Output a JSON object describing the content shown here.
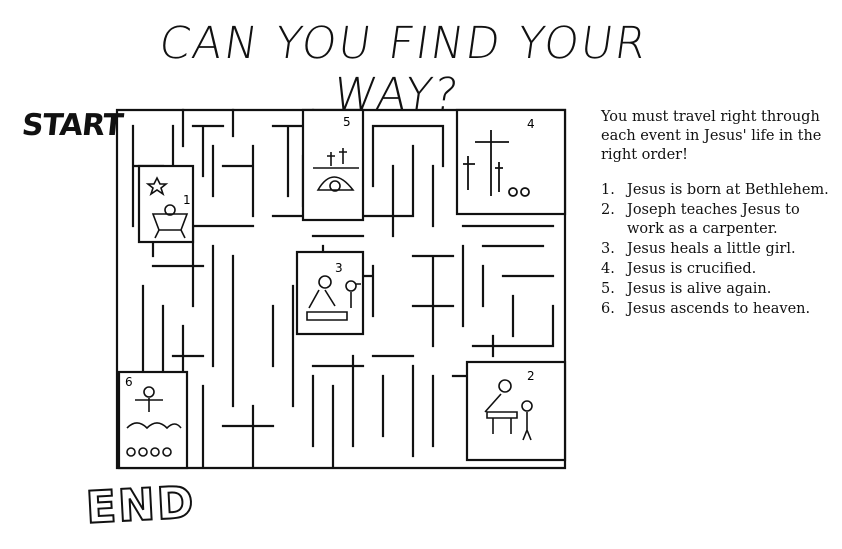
{
  "title": "CAN YOU FIND YOUR WAY?",
  "start_label": "START",
  "end_label": "END",
  "intro": "You must travel right through each event in Jesus' life in the right order!",
  "events": [
    {
      "num": "1.",
      "text": "Jesus is born at Bethlehem."
    },
    {
      "num": "2.",
      "text": "Joseph teaches Jesus to work as a carpenter."
    },
    {
      "num": "3.",
      "text": "Jesus heals a little girl."
    },
    {
      "num": "4.",
      "text": "Jesus is crucified."
    },
    {
      "num": "5.",
      "text": "Jesus is alive again."
    },
    {
      "num": "6.",
      "text": "Jesus ascends to heaven."
    }
  ],
  "scene_numbers": [
    "1",
    "2",
    "3",
    "4",
    "5",
    "6"
  ]
}
